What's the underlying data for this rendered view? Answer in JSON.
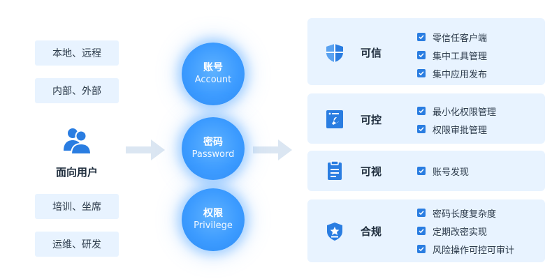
{
  "users": {
    "label": "面向用户",
    "tags": [
      "本地、远程",
      "内部、外部",
      "培训、坐席",
      "运维、研发"
    ]
  },
  "stages": [
    {
      "cn": "账号",
      "en": "Account"
    },
    {
      "cn": "密码",
      "en": "Password"
    },
    {
      "cn": "权限",
      "en": "Privilege"
    }
  ],
  "panels": [
    {
      "title": "可信",
      "icon": "shield-icon",
      "items": [
        "零信任客户端",
        "集中工具管理",
        "集中应用发布"
      ]
    },
    {
      "title": "可控",
      "icon": "wrench-icon",
      "items": [
        "最小化权限管理",
        "权限审批管理"
      ]
    },
    {
      "title": "可视",
      "icon": "clipboard-icon",
      "items": [
        "账号发现"
      ]
    },
    {
      "title": "合规",
      "icon": "star-shield-icon",
      "items": [
        "密码长度复杂度",
        "定期改密实现",
        "风险操作可控可审计"
      ]
    }
  ],
  "colors": {
    "accent": "#2a7de1",
    "panel_bg": "#e8f3ff",
    "circle": "#3c9bff",
    "arrow": "#dbe6f2"
  }
}
